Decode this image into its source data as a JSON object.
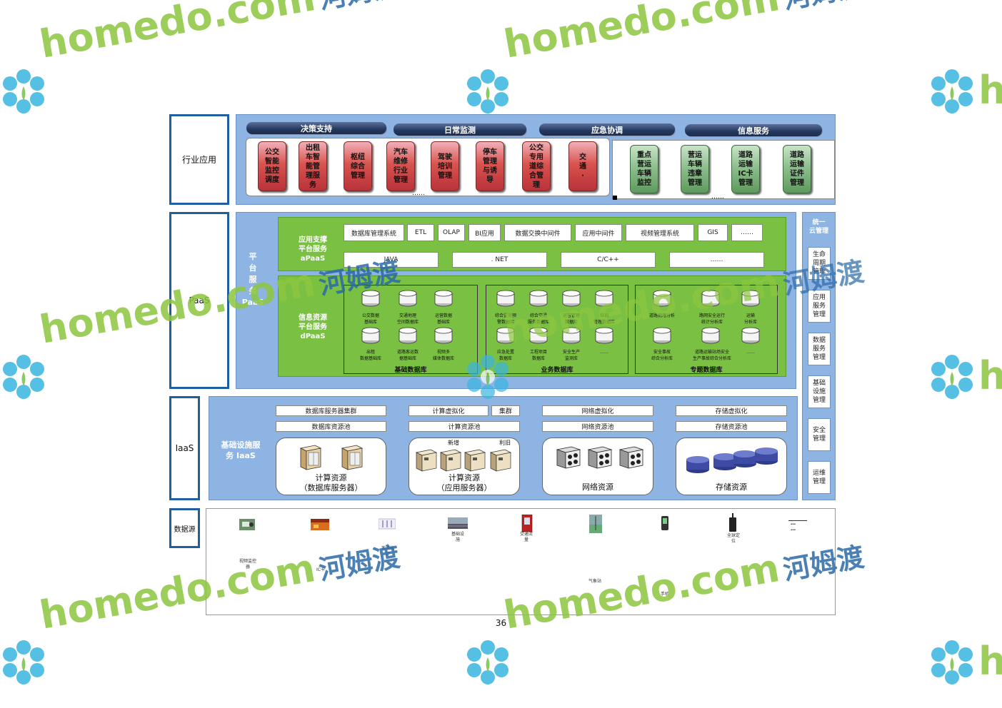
{
  "layers": {
    "industry": "行业应用",
    "paas": "PaaS",
    "iaas": "IaaS",
    "datasource": "数据源"
  },
  "industry": {
    "headers": [
      "决策支持",
      "日常监测",
      "应急协调",
      "信息服务"
    ],
    "red_apps": [
      "公交\n智能\n监控\n调度",
      "出租\n车智\n能管\n理服\n务",
      "枢纽\n综合\n管理",
      "汽车\n维修\n行业\n管理",
      "驾驶\n培训\n管理",
      "停车\n管理\n与诱\n导",
      "公交\n专用\n道综\n合管\n理",
      "交\n通\n·"
    ],
    "green_apps": [
      "重点\n营运\n车辆\n监控",
      "营运\n车辆\n违章\n管理",
      "道路\n运输\nIC卡\n管理",
      "道路\n运输\n证件\n管理"
    ],
    "ellipsis_left": "……",
    "ellipsis_right": "……"
  },
  "paas": {
    "vertical_title": "平\n台\n服\n务\nPaaS",
    "apaas_title": "应用支撑\n平台服务\naPaaS",
    "apaas_row1": [
      "数据库管理系统",
      "ETL",
      "OLAP",
      "BI应用",
      "数据交换中间件",
      "应用中间件",
      "视频管理系统",
      "GIS",
      "……"
    ],
    "apaas_row2": [
      "JAVA",
      ". NET",
      "C/C++",
      "……"
    ],
    "dpaas_title": "信息资源\n平台服务\ndPaaS",
    "basic_db": {
      "title": "基础数据库",
      "items": [
        "公交数据\n基础库",
        "交通地理\n空间数据库",
        "运营数据\n基础库",
        "出租\n数据基础库",
        "道路客运数\n据基础库",
        "视频多\n媒体数据库"
      ]
    },
    "business_db": {
      "title": "业务数据库",
      "items": [
        "综合监测预\n警数据库",
        "综合交通\n服务数据库",
        "运营管理\n数据库",
        "培训\n管理数据库",
        "应急处置\n数据库",
        "工程项目\n数据库",
        "安全生产\n监测库",
        "……"
      ]
    },
    "topic_db": {
      "title": "专题数据库",
      "items": [
        "道路拥堵分析",
        "路网安全运行\n统计分析库",
        "运输\n分析库",
        "安全事故\n综合分析库",
        "道路运输站场安全\n生产事故综合分析库",
        "……"
      ]
    }
  },
  "cloud_mgmt": {
    "title": "统一\n云管理",
    "items": [
      "生命\n周期\n管理",
      "应用\n服务\n管理",
      "数据\n服务\n管理",
      "基础\n设施\n管理",
      "安全\n管理",
      "运维\n管理"
    ]
  },
  "iaas": {
    "title": "基础设施服\n务 IaaS",
    "groups": [
      {
        "top": [
          "数据库服务器集群"
        ],
        "pool": "数据库资源池",
        "label": "计算资源\n（数据库服务器）"
      },
      {
        "top": [
          "计算虚拟化",
          "集群"
        ],
        "pool": "计算资源池",
        "label": "计算资源\n（应用服务器）",
        "tags": [
          "新增",
          "利旧"
        ]
      },
      {
        "top": [
          "网络虚拟化"
        ],
        "pool": "网络资源池",
        "label": "网络资源"
      },
      {
        "top": [
          "存储虚拟化"
        ],
        "pool": "存储资源池",
        "label": "存储资源"
      }
    ]
  },
  "datasource": {
    "items": [
      "视频监控\n器",
      "IC卡",
      "客流统\n计",
      "基础设\n施",
      "交通流\n量",
      "气象站",
      "手机",
      "全球定\n位",
      "…\n…"
    ]
  },
  "page_number": "36",
  "watermark": {
    "text_en": "homedo.com",
    "text_cn": "河姆渡"
  },
  "colors": {
    "navy": "#1f5fa0",
    "blue_panel": "#8eb4e3",
    "green_panel": "#7ac143",
    "watermark_green": "#8dc63f",
    "watermark_blue": "#2b6aa8"
  }
}
